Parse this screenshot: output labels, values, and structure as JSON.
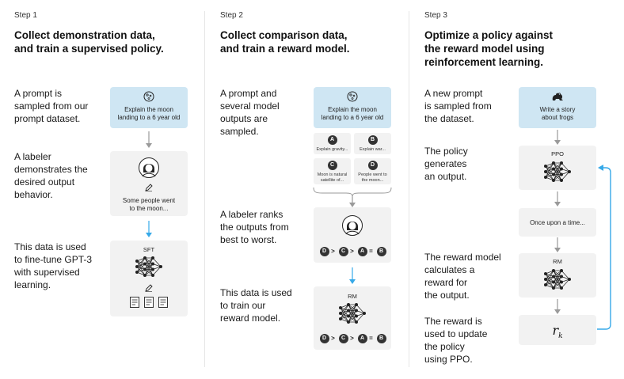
{
  "steps": [
    {
      "label": "Step 1",
      "title_line1": "Collect demonstration data,",
      "title_line2": "and train a supervised policy.",
      "desc1": [
        "A prompt is",
        "sampled from our",
        "prompt dataset."
      ],
      "desc2": [
        "A labeler",
        "demonstrates the",
        "desired output",
        "behavior."
      ],
      "desc3": [
        "This data is used",
        "to fine-tune GPT-3",
        "with supervised",
        "learning."
      ],
      "prompt_lines": [
        "Explain the moon",
        "landing to a 6 year old"
      ],
      "demo_lines": [
        "Some people went",
        "to the moon..."
      ],
      "model_label": "SFT"
    },
    {
      "label": "Step 2",
      "title_line1": "Collect comparison data,",
      "title_line2": "and train a reward model.",
      "desc1": [
        "A prompt and",
        "several model",
        "outputs are",
        "sampled."
      ],
      "desc2": [
        "A labeler ranks",
        "the outputs from",
        "best to worst."
      ],
      "desc3": [
        "This data is used",
        "to train our",
        "reward model."
      ],
      "prompt_lines": [
        "Explain the moon",
        "landing to a 6 year old"
      ],
      "outputs": [
        {
          "letter": "A",
          "lines": [
            "Explain gravity..."
          ]
        },
        {
          "letter": "B",
          "lines": [
            "Explain war..."
          ]
        },
        {
          "letter": "C",
          "lines": [
            "Moon is natural",
            "satellite of..."
          ]
        },
        {
          "letter": "D",
          "lines": [
            "People went to",
            "the moon..."
          ]
        }
      ],
      "ranking": [
        "D",
        ">",
        "C",
        ">",
        "A",
        "=",
        "B"
      ],
      "model_label": "RM"
    },
    {
      "label": "Step 3",
      "title_line1": "Optimize a policy against",
      "title_line2": "the reward model using",
      "title_line3": "reinforcement learning.",
      "desc1": [
        "A new prompt",
        "is sampled from",
        "the dataset."
      ],
      "desc2": [
        "The policy",
        "generates",
        "an output."
      ],
      "desc3": [
        "The reward model",
        "calculates a",
        "reward for",
        "the output."
      ],
      "desc4": [
        "The reward is",
        "used to update",
        "the policy",
        "using PPO."
      ],
      "prompt_lines": [
        "Write a story",
        "about frogs"
      ],
      "policy_label": "PPO",
      "output_text": "Once upon a time...",
      "rm_label": "RM",
      "reward_symbol": "r",
      "reward_sub": "k"
    }
  ],
  "colors": {
    "accent_blue": "#36a9e8",
    "card_blue": "#cfe6f3",
    "card_grey": "#f2f2f2",
    "arrow_grey": "#9a9a9a"
  },
  "icons": [
    "moon-icon",
    "labeler-avatar-icon",
    "pencil-icon",
    "neural-network-icon",
    "document-icon",
    "frog-icon",
    "arrow-down-icon",
    "feedback-loop-arrow"
  ]
}
